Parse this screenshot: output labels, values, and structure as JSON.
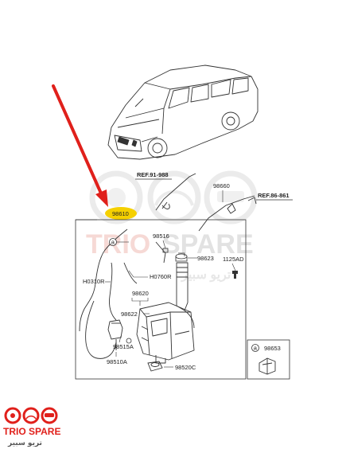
{
  "diagram": {
    "reference_left": "REF.91-988",
    "reference_right": "REF.86-861",
    "highlighted_part": "98610",
    "parts": {
      "p98660": "98660",
      "p98516": "98516",
      "p98623": "98623",
      "p1125AD": "1125AD",
      "pH0760R": "H0760R",
      "pH0310R": "H0310R",
      "p98620": "98620",
      "p98622": "98622",
      "p98515A": "98515A",
      "p98510A": "98510A",
      "p98520C": "98520C",
      "p98653": "98653"
    },
    "callout_letter": "a"
  },
  "watermark": {
    "brand": "TRIO SPARE",
    "brand_first": "TRIO",
    "brand_second": "SPARE",
    "arabic": "تريو سبير"
  },
  "logo": {
    "brand": "TRIO SPARE",
    "arabic": "تريو سبير"
  },
  "colors": {
    "arrow": "#e0201b",
    "highlight": "#f5d000",
    "brand_red": "#e0201b",
    "brand_gray": "#555555"
  }
}
